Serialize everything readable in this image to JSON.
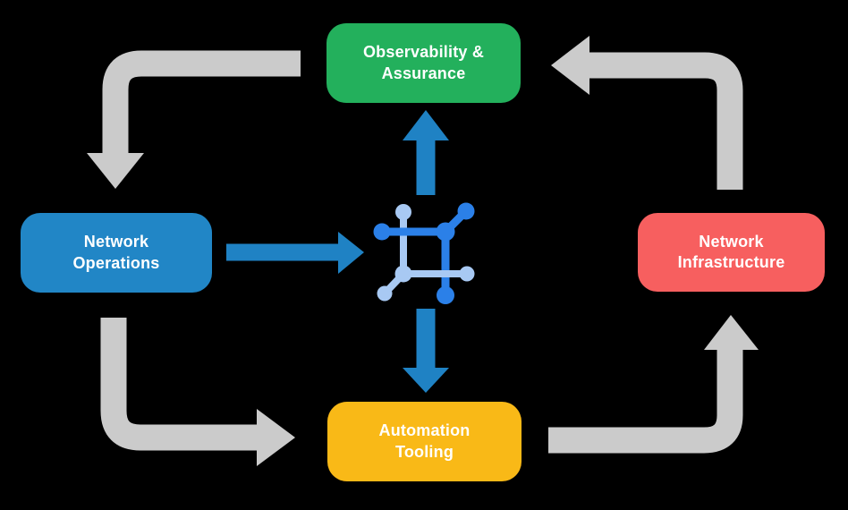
{
  "diagram": {
    "nodes": [
      {
        "id": "observability-assurance",
        "label": "Observability & Assurance",
        "color": "#23B05C"
      },
      {
        "id": "network-operations",
        "label": "Network Operations",
        "color": "#2186C6"
      },
      {
        "id": "network-infrastructure",
        "label": "Network Infrastructure",
        "color": "#F75F5F"
      },
      {
        "id": "automation-tooling",
        "label": "Automation Tooling",
        "color": "#F9B917"
      }
    ],
    "center_icon": "network-fabric-icon",
    "edges": [
      {
        "from": "Observability & Assurance",
        "to": "Network Operations",
        "style": "gray-elbow-arrow"
      },
      {
        "from": "Network Infrastructure",
        "to": "Observability & Assurance",
        "style": "gray-elbow-arrow"
      },
      {
        "from": "Network Operations",
        "to": "Automation Tooling",
        "style": "gray-elbow-arrow"
      },
      {
        "from": "Automation Tooling",
        "to": "Network Infrastructure",
        "style": "gray-elbow-arrow"
      },
      {
        "from": "Network Operations",
        "to": "network-fabric-icon",
        "style": "blue-straight-arrow"
      },
      {
        "from": "network-fabric-icon",
        "to": "Observability & Assurance",
        "style": "blue-straight-arrow"
      },
      {
        "from": "network-fabric-icon",
        "to": "Automation Tooling",
        "style": "blue-straight-arrow"
      }
    ]
  },
  "colors": {
    "background": "#000000",
    "text": "#FFFFFF",
    "arrow_gray": "#CBCBCB",
    "arrow_blue": "#1F82C4",
    "icon_dark_blue": "#2B80E8",
    "icon_light_blue": "#A8C9F3",
    "node_green": "#23B05C",
    "node_blue": "#2186C6",
    "node_red": "#F75F5F",
    "node_yellow": "#F9B917"
  }
}
